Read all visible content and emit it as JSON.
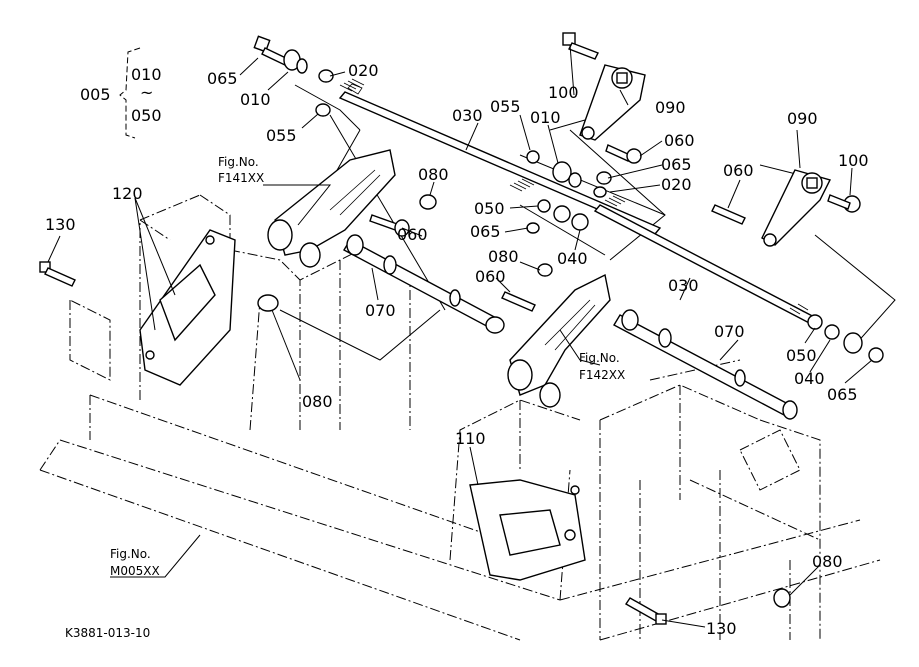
{
  "labels": {
    "l005": "005",
    "l010_top": "010",
    "l_tilde": "~",
    "l050_top": "050",
    "l065_a": "065",
    "l010_a": "010",
    "l020_a": "020",
    "l055_a": "055",
    "l030_a": "030",
    "l055_b": "055",
    "l010_b": "010",
    "l100_a": "100",
    "l090_a": "090",
    "l060_a": "060",
    "l065_b": "065",
    "l020_b": "020",
    "l090_b": "090",
    "l100_b": "100",
    "l060_b": "060",
    "l080_a": "080",
    "l050_a": "050",
    "l065_c": "065",
    "l040_a": "040",
    "l060_c": "060",
    "l120": "120",
    "l130_a": "130",
    "l080_b": "080",
    "l060_d": "060",
    "l030_b": "030",
    "l070_a": "070",
    "l070_b": "070",
    "l080_c": "080",
    "l050_b": "050",
    "l040_b": "040",
    "l065_d": "065",
    "l110": "110",
    "l080_d": "080",
    "l130_b": "130"
  },
  "refs": {
    "f141_title": "Fig.No.",
    "f141_code": "F141XX",
    "f142_title": "Fig.No.",
    "f142_code": "F142XX",
    "m005_title": "Fig.No.",
    "m005_code": "M005XX"
  },
  "footer": {
    "code": "K3881-013-10"
  }
}
